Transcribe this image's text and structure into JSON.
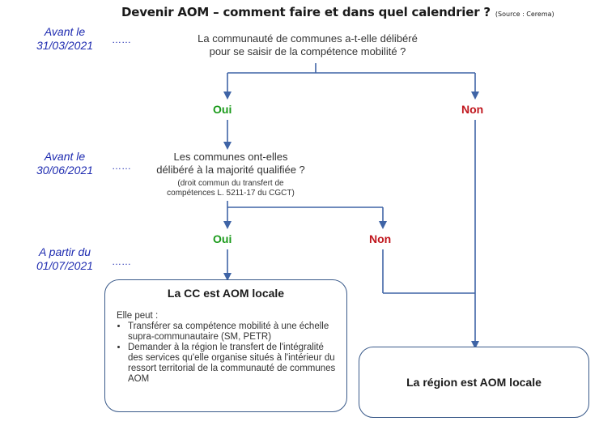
{
  "title": "Devenir AOM – comment faire et dans quel calendrier ?",
  "source": "(Source : Cerema)",
  "timeline": {
    "date1": [
      "Avant le",
      "31/03/2021"
    ],
    "date2": [
      "Avant le",
      "30/06/2021"
    ],
    "date3": [
      "A partir du",
      "01/07/2021"
    ],
    "dots": "……"
  },
  "question1": [
    "La communauté de communes a-t-elle délibéré",
    "pour se saisir de la compétence mobilité ?"
  ],
  "question2": [
    "Les communes ont-elles",
    "délibéré à la majorité qualifiée ?"
  ],
  "question2_note": [
    "(droit commun du transfert de",
    "compétences L. 5211-17 du CGCT)"
  ],
  "answers": {
    "oui1": "Oui",
    "non1": "Non",
    "oui2": "Oui",
    "non2": "Non"
  },
  "box_cc": {
    "title": "La CC est AOM locale",
    "intro": "Elle peut :",
    "items": [
      "Transférer sa compétence mobilité à une échelle supra-communautaire (SM, PETR)",
      "Demander à la région le transfert de l'intégralité des services qu'elle organise situés à l'intérieur du ressort territorial de la communauté de communes AOM"
    ]
  },
  "box_region": {
    "title": "La région est AOM locale"
  },
  "colors": {
    "arrow": "#3f64a6",
    "date": "#1e2bb0",
    "oui": "#1a9a1a",
    "non": "#c0161d"
  }
}
